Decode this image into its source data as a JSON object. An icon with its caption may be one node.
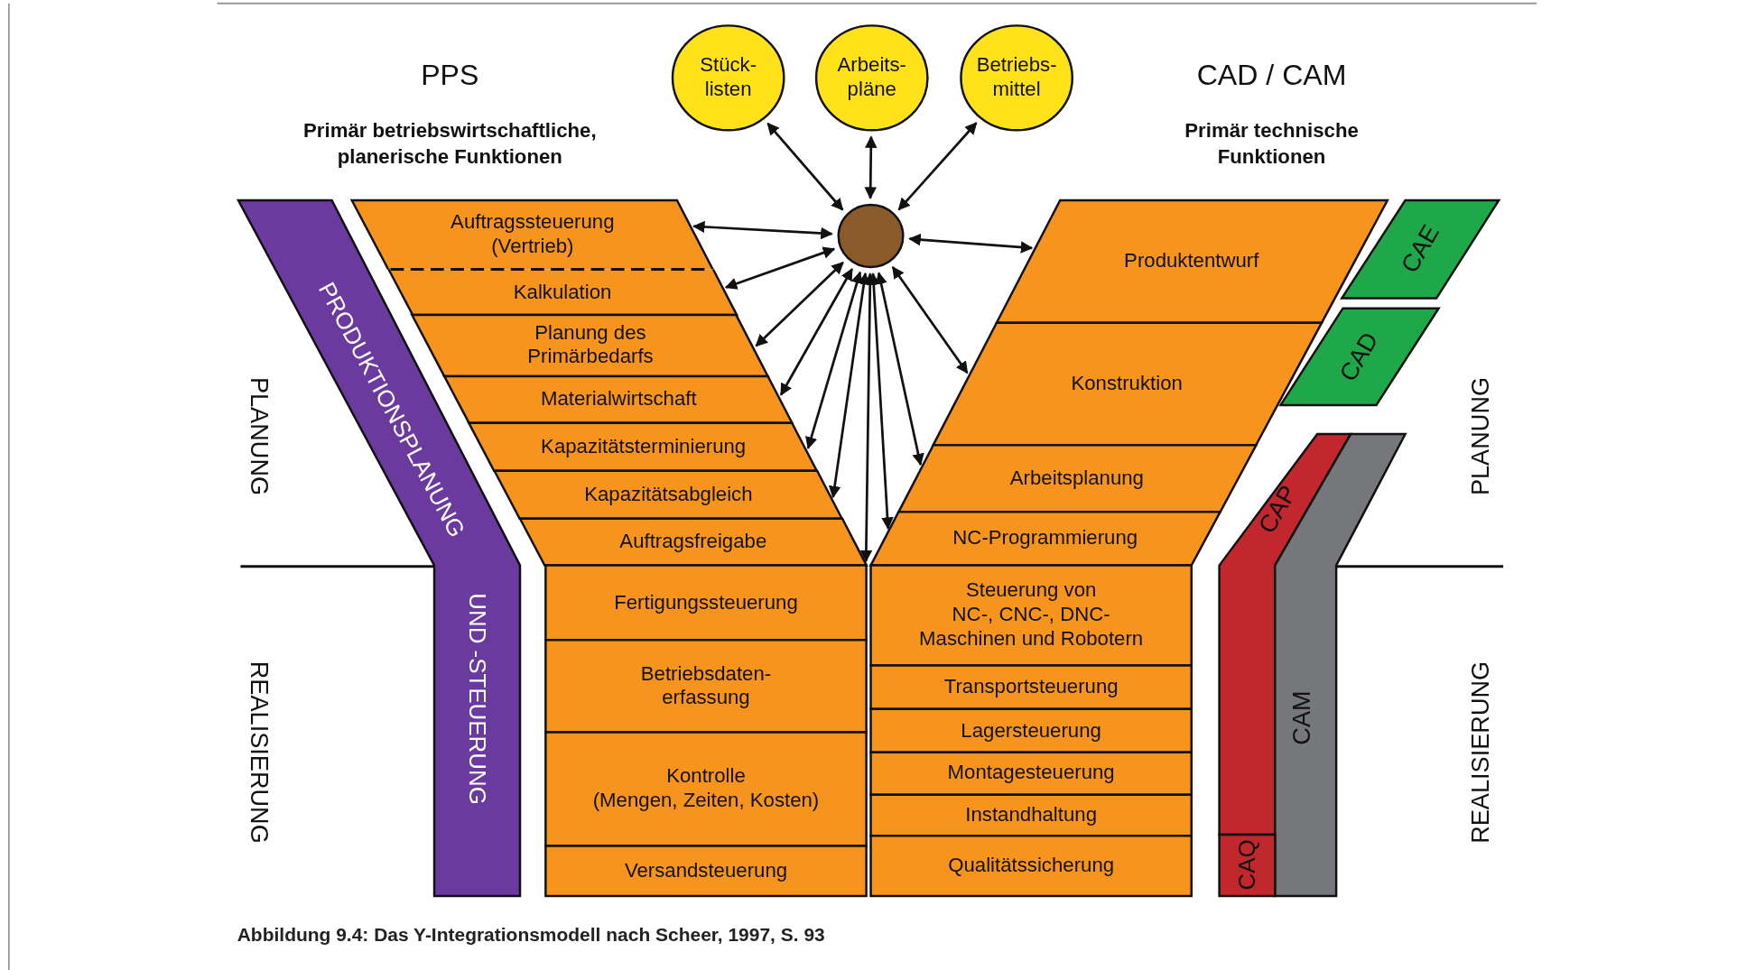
{
  "diagram": {
    "caption": "Abbildung 9.4: Das Y-Integrationsmodell nach Scheer, 1997, S. 93",
    "nodes": [
      {
        "text": [
          "Stück- listen"
        ]
      },
      {
        "text": [
          "Arbeits- pläne"
        ]
      },
      {
        "text": [
          "Betriebs- mittel"
        ]
      },
      {
        "text": [],
        "shape": "circle"
      },
      {
        "text": [
          "PRODUKTIONSPLANUNG",
          "UND -STEUERUNG"
        ]
      },
      {
        "text": [
          "Auftragssteuerung (Vertrieb)"
        ]
      },
      {
        "text": [
          "Kalkulation"
        ]
      },
      {
        "text": [
          "Planung des Primärbedarfs"
        ]
      },
      {
        "text": [
          "Materialwirtschaft"
        ]
      },
      {
        "text": [
          "Kapazitätsterminierung"
        ]
      },
      {
        "text": [
          "Kapazitätsabgleich"
        ]
      },
      {
        "text": [
          "Auftragsfreigabe"
        ]
      },
      {
        "text": [
          "Fertigungssteuerung"
        ]
      },
      {
        "text": [
          "Betriebsdaten- erfassung"
        ]
      },
      {
        "text": [
          "Kontrolle (Mengen, Zeiten, Kosten)"
        ]
      },
      {
        "text": [
          "Versandsteuerung"
        ]
      },
      {
        "text": [
          "Produktentwurf"
        ]
      },
      {
        "text": [
          "Konstruktion"
        ]
      },
      {
        "text": [
          "Arbeitsplanung"
        ]
      },
      {
        "text": [
          "NC-Programmierung"
        ]
      },
      {
        "text": [
          "Steuerung von NC-, CNC-, DNC- Maschinen und Robotern"
        ]
      },
      {
        "text": [
          "Transportsteuerung"
        ]
      },
      {
        "text": [
          "Lagersteuerung"
        ]
      },
      {
        "text": [
          "Montagesteuerung"
        ]
      },
      {
        "text": [
          "Instandhaltung"
        ]
      },
      {
        "text": [
          "Qualitätssicherung"
        ]
      },
      {
        "text": [
          "CAE"
        ]
      },
      {
        "text": [
          "CAD"
        ]
      },
      {
        "text": [
          "CAP"
        ]
      },
      {
        "text": [
          "CAM"
        ]
      },
      {
        "text": [
          "CAQ"
        ]
      }
    ],
    "edges": [
      {
        "from": 3,
        "to": 0,
        "arrow": "both"
      },
      {
        "from": 3,
        "to": 1,
        "arrow": "both"
      },
      {
        "from": 3,
        "to": 2,
        "arrow": "both"
      },
      {
        "from": 3,
        "to": 5,
        "arrow": "both"
      },
      {
        "from": 3,
        "to": 16,
        "arrow": "both"
      },
      {
        "from": 3,
        "to": 6,
        "arrow": "both"
      },
      {
        "from": 3,
        "to": 7,
        "arrow": "both"
      },
      {
        "from": 3,
        "to": 8,
        "arrow": "both"
      },
      {
        "from": 3,
        "to": 9,
        "arrow": "both"
      },
      {
        "from": 3,
        "to": 10,
        "arrow": "both"
      },
      {
        "from": 3,
        "to": 11,
        "arrow": "both"
      },
      {
        "from": 3,
        "to": 19,
        "arrow": "both"
      },
      {
        "from": 3,
        "to": 18,
        "arrow": "both"
      },
      {
        "from": 3,
        "to": 17,
        "arrow": "both"
      }
    ],
    "labels": [
      "PPS",
      "Primär betriebswirtschaftliche, planerische Funktionen",
      "CAD / CAM",
      "Primär technische Funktionen",
      "PLANUNG",
      "REALISIERUNG",
      "PLANUNG",
      "REALISIERUNG"
    ]
  }
}
